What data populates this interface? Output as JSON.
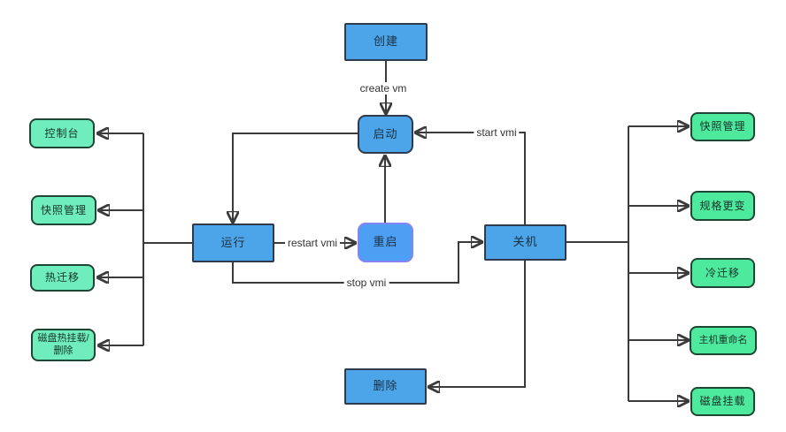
{
  "diagram": {
    "nodes": {
      "create": {
        "label": "创建"
      },
      "start": {
        "label": "启动"
      },
      "running": {
        "label": "运行"
      },
      "restart": {
        "label": "重启"
      },
      "shutdown": {
        "label": "关机"
      },
      "delete": {
        "label": "删除"
      },
      "console": {
        "label": "控制台"
      },
      "snapshot_left": {
        "label": "快照管理"
      },
      "hot_migration": {
        "label": "热迁移"
      },
      "disk_hot": {
        "label": "磁盘热挂载/删除"
      },
      "snapshot_right": {
        "label": "快照管理"
      },
      "spec_change": {
        "label": "规格更变"
      },
      "cold_migration": {
        "label": "冷迁移"
      },
      "host_rename": {
        "label": "主机重命名"
      },
      "disk_mount": {
        "label": "磁盘挂载"
      }
    },
    "edges": {
      "create_vm": {
        "label": "create vm"
      },
      "start_vmi": {
        "label": "start vmi"
      },
      "restart_vmi": {
        "label": "restart vmi"
      },
      "stop_vmi": {
        "label": "stop vmi"
      }
    },
    "colors": {
      "blue_fill": "#4BA5E8",
      "blue_border": "#2E3B4E",
      "restart_fill": "#4C9FF3",
      "restart_border": "#8585F2",
      "green_left_fill": "#6FEDBD",
      "green_right_fill": "#4DE99D",
      "green_border": "#1E4634",
      "line": "#3B3B3B"
    }
  }
}
